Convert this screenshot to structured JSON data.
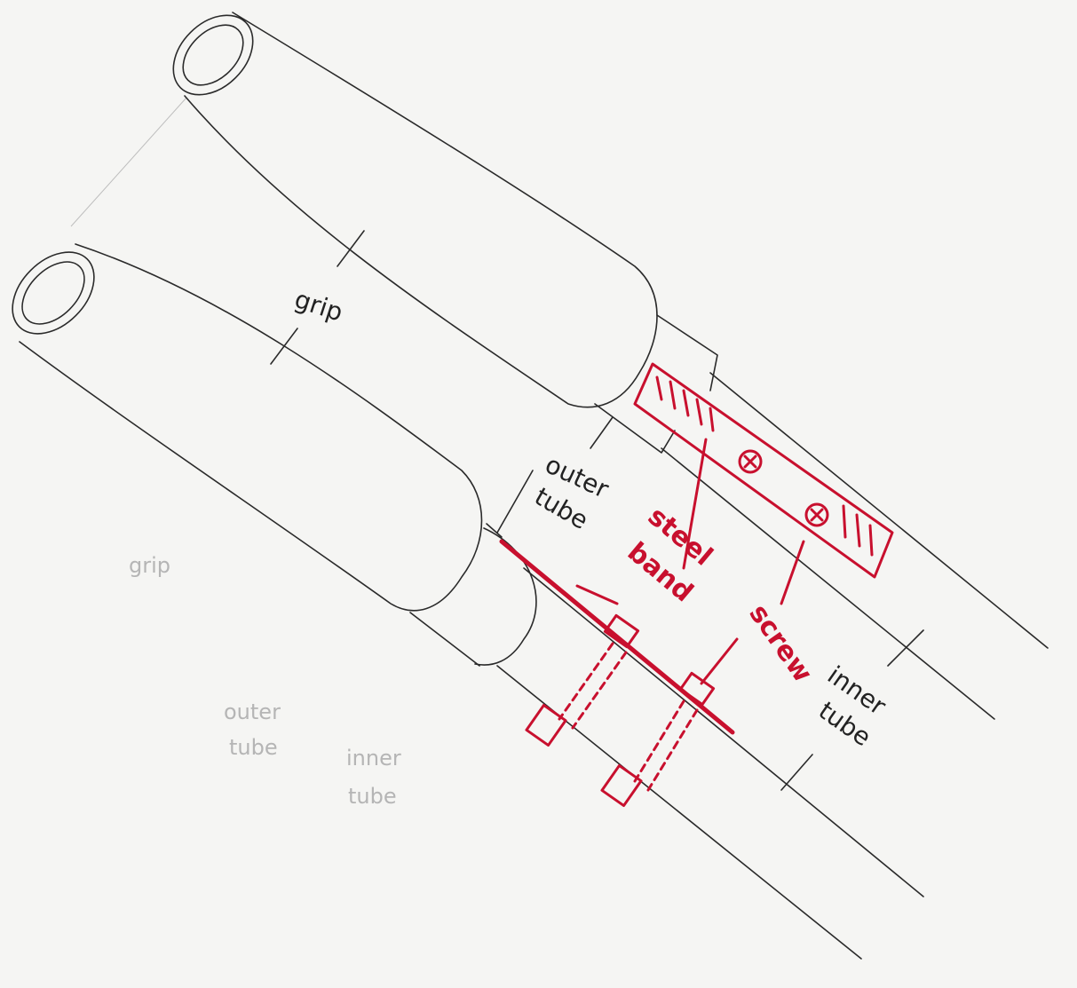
{
  "labels": {
    "grip": "grip",
    "outer_tube_1": "outer",
    "outer_tube_2": "tube",
    "steel_band_1": "steel",
    "steel_band_2": "band",
    "screw": "screw",
    "inner_tube_1": "inner",
    "inner_tube_2": "tube"
  },
  "ghost_labels": {
    "grip": "grip",
    "outer_tube_1": "outer",
    "outer_tube_2": "tube",
    "inner_tube_1": "inner",
    "inner_tube_2": "tube"
  },
  "colors": {
    "pencil": "#2a2a2a",
    "red": "#c8102e",
    "paper": "#f5f5f3"
  }
}
